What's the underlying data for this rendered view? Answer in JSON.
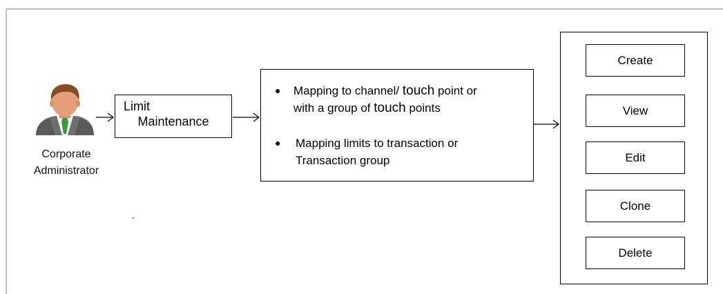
{
  "actor": {
    "label_line1": "Corporate",
    "label_line2": "Administrator",
    "icon": "corporate-administrator-icon"
  },
  "limit_box": {
    "line1": "Limit",
    "line2": "Maintenance"
  },
  "mapping_box": {
    "bullets": [
      {
        "line1_a": "Mapping to channel/ ",
        "line1_b": "touch",
        "line1_c": " point or",
        "line2_a": "with a group of ",
        "line2_b": "touch",
        "line2_c": " points"
      },
      {
        "line1": "Mapping limits to transaction or",
        "line2": "Transaction group"
      }
    ]
  },
  "actions": {
    "create": "Create",
    "view": "View",
    "edit": "Edit",
    "clone": "Clone",
    "delete": "Delete"
  },
  "colors": {
    "frame_border": "#bdbdbd",
    "box_border": "#000000",
    "tie": "#3a9a3a",
    "suit": "#6f6f6f",
    "skin": "#e4a07a",
    "hair": "#8a4b22"
  }
}
